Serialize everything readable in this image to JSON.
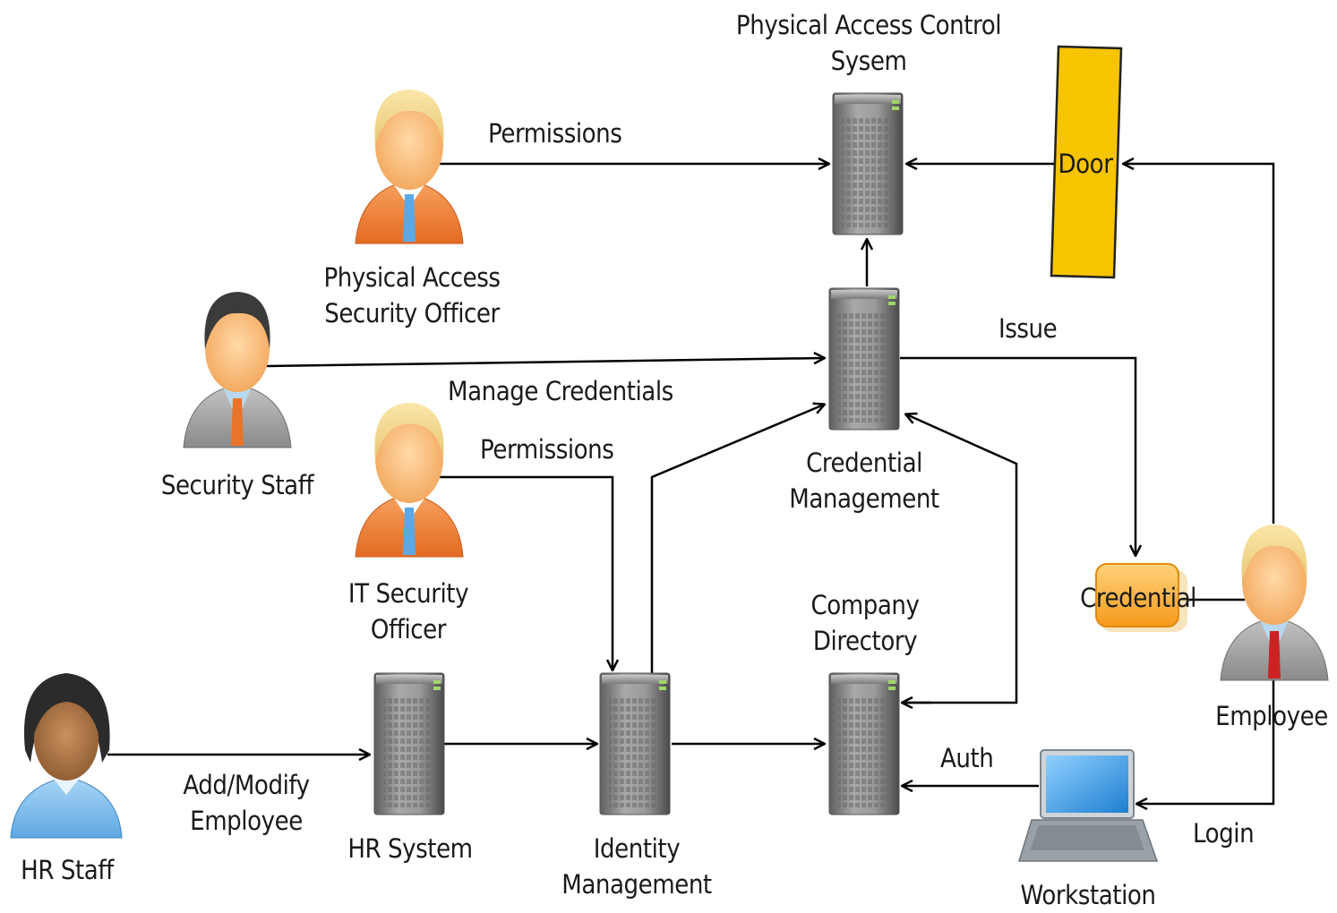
{
  "nodes": {
    "physical_access_control": {
      "line1": "Physical Access Control",
      "line2": "Sysem"
    },
    "physical_access_officer": {
      "line1": "Physical Access",
      "line2": "Security Officer"
    },
    "security_staff": {
      "label": "Security Staff"
    },
    "it_security_officer": {
      "line1": "IT Security",
      "line2": "Officer"
    },
    "credential_management": {
      "line1": "Credential",
      "line2": "Management"
    },
    "company_directory": {
      "line1": "Company",
      "line2": "Directory"
    },
    "hr_staff": {
      "label": "HR Staff"
    },
    "hr_system": {
      "label": "HR System"
    },
    "identity_management": {
      "line1": "Identity",
      "line2": "Management"
    },
    "door": {
      "label": "Door"
    },
    "credential": {
      "label": "Credential"
    },
    "employee": {
      "label": "Employee"
    },
    "workstation": {
      "label": "Workstation"
    }
  },
  "edges": {
    "permissions_top": "Permissions",
    "manage_credentials": "Manage Credentials",
    "permissions_it": "Permissions",
    "issue": "Issue",
    "add_modify_line1": "Add/Modify",
    "add_modify_line2": "Employee",
    "auth": "Auth",
    "login": "Login"
  },
  "colors": {
    "server_body": "#8a8a8a",
    "door_fill": "#f5c400",
    "credential_fill": "#f5a623",
    "orange_shirt": "#f07f2c",
    "grey_suit": "#a0a0a0",
    "blue_shirt": "#7ab8e8",
    "laptop_screen": "#3a9be0"
  }
}
